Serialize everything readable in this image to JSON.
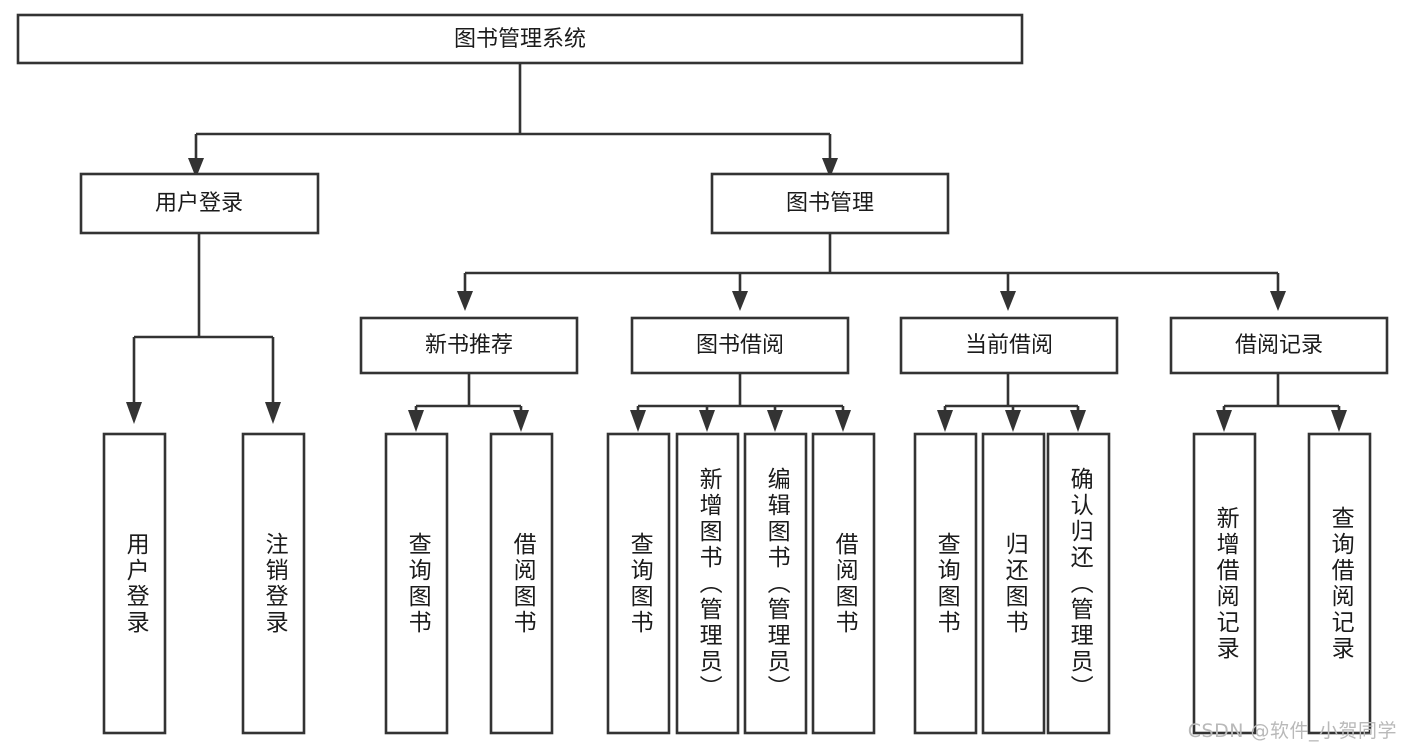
{
  "diagram": {
    "type": "tree-hierarchy-chart",
    "title": "图书管理系统",
    "watermark": "CSDN @软件_小贺同学",
    "colors": {
      "box_fill": "#ffffff",
      "box_stroke": "#333333",
      "text": "#1b1b1b",
      "background": "#ffffff",
      "watermark": "#b9b9b9"
    },
    "levels": {
      "root": {
        "label": "图书管理系统",
        "orientation": "horizontal"
      },
      "level2": [
        {
          "id": "user-login",
          "label": "用户登录",
          "orientation": "horizontal"
        },
        {
          "id": "book-management",
          "label": "图书管理",
          "orientation": "horizontal"
        }
      ],
      "level3": [
        {
          "id": "new-book-recommend",
          "label": "新书推荐",
          "orientation": "horizontal",
          "parent": "book-management"
        },
        {
          "id": "book-borrow",
          "label": "图书借阅",
          "orientation": "horizontal",
          "parent": "book-management"
        },
        {
          "id": "current-borrow",
          "label": "当前借阅",
          "orientation": "horizontal",
          "parent": "book-management"
        },
        {
          "id": "borrow-record",
          "label": "借阅记录",
          "orientation": "horizontal",
          "parent": "book-management"
        }
      ],
      "level4": [
        {
          "id": "leaf-user-login",
          "label": "用户登录",
          "orientation": "vertical",
          "parent": "user-login"
        },
        {
          "id": "leaf-user-logout",
          "label": "注销登录",
          "orientation": "vertical",
          "parent": "user-login"
        },
        {
          "id": "leaf-query-book-1",
          "label": "查询图书",
          "orientation": "vertical",
          "parent": "new-book-recommend"
        },
        {
          "id": "leaf-borrow-book-1",
          "label": "借阅图书",
          "orientation": "vertical",
          "parent": "new-book-recommend"
        },
        {
          "id": "leaf-query-book-2",
          "label": "查询图书",
          "orientation": "vertical",
          "parent": "book-borrow"
        },
        {
          "id": "leaf-add-book",
          "label": "新增图书（管理员）",
          "orientation": "vertical",
          "parent": "book-borrow"
        },
        {
          "id": "leaf-edit-book",
          "label": "编辑图书（管理员）",
          "orientation": "vertical",
          "parent": "book-borrow"
        },
        {
          "id": "leaf-borrow-book-2",
          "label": "借阅图书",
          "orientation": "vertical",
          "parent": "book-borrow"
        },
        {
          "id": "leaf-query-book-3",
          "label": "查询图书",
          "orientation": "vertical",
          "parent": "current-borrow"
        },
        {
          "id": "leaf-return-book",
          "label": "归还图书",
          "orientation": "vertical",
          "parent": "current-borrow"
        },
        {
          "id": "leaf-confirm-return",
          "label": "确认归还（管理员）",
          "orientation": "vertical",
          "parent": "current-borrow"
        },
        {
          "id": "leaf-add-record",
          "label": "新增借阅记录",
          "orientation": "vertical",
          "parent": "borrow-record"
        },
        {
          "id": "leaf-query-record",
          "label": "查询借阅记录",
          "orientation": "vertical",
          "parent": "borrow-record"
        }
      ]
    }
  }
}
